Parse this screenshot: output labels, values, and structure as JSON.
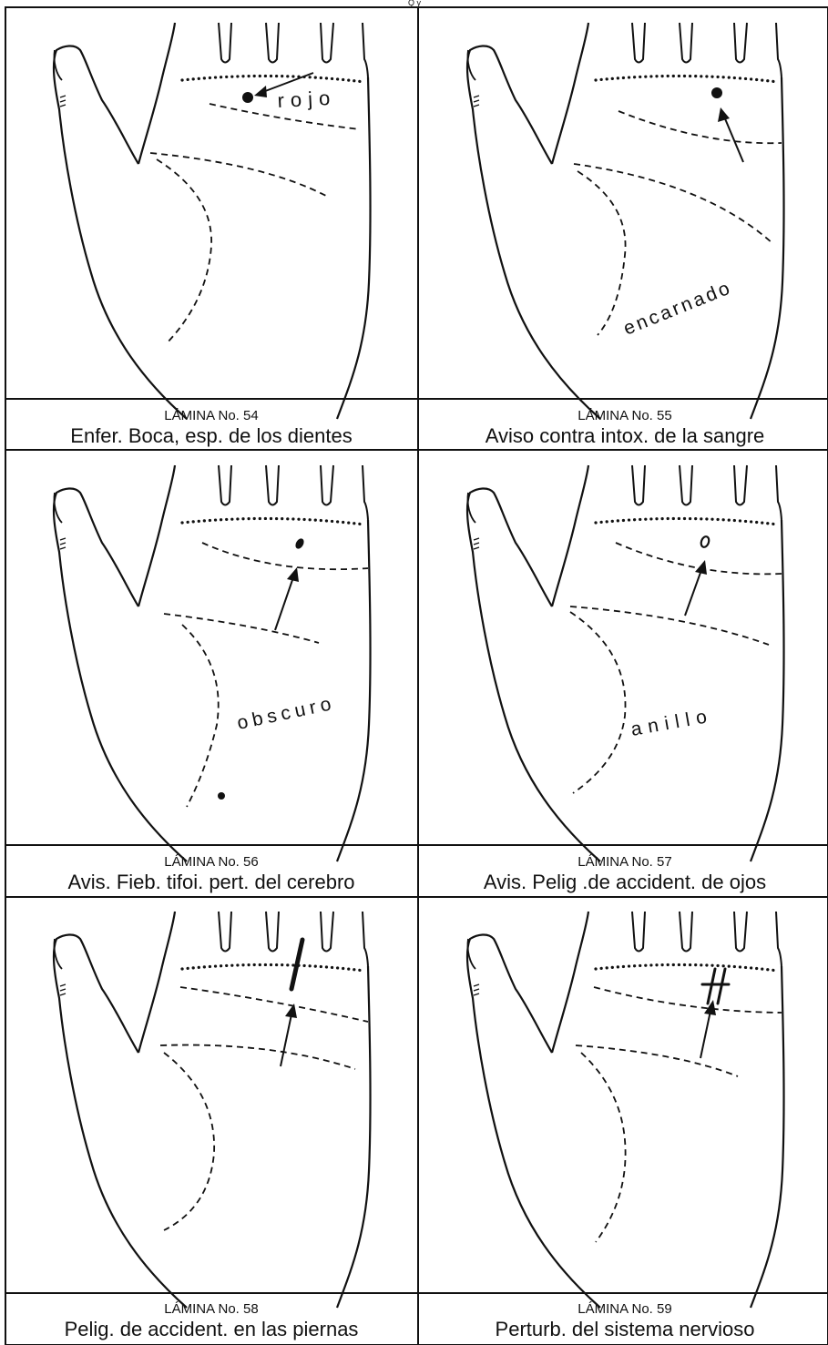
{
  "header_fragment": "Q  y",
  "plates": [
    {
      "plate": "LÁMINA No. 54",
      "caption": "Enfer. Boca, esp. de los dientes",
      "label": "rojo",
      "mark": "dot"
    },
    {
      "plate": "LÁMINA No. 55",
      "caption": "Aviso contra intox. de la sangre",
      "label": "encarnado",
      "mark": "dot"
    },
    {
      "plate": "LÁMINA No. 56",
      "caption": "Avis. Fieb. tifoi. pert. del cerebro",
      "label": "obscuro",
      "mark": "oval-dot"
    },
    {
      "plate": "LÁMINA No. 57",
      "caption": "Avis. Pelig .de accident. de ojos",
      "label": "anillo",
      "mark": "ring"
    },
    {
      "plate": "LÁMINA No. 58",
      "caption": "Pelig. de accident. en las piernas",
      "label": "",
      "mark": "slash"
    },
    {
      "plate": "LÁMINA No. 59",
      "caption": "Perturb. del sistema nervioso",
      "label": "",
      "mark": "hash"
    }
  ],
  "colors": {
    "ink": "#111111",
    "paper": "#ffffff"
  }
}
